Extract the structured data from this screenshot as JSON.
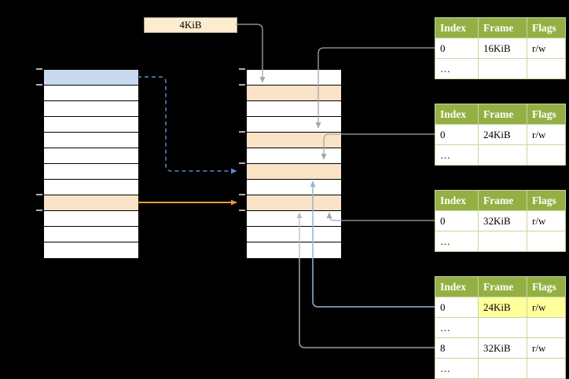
{
  "legend": {
    "label": "4KiB"
  },
  "columns": {
    "left": {
      "rows": 12,
      "highlights": {
        "0": "blue",
        "8": "peach"
      },
      "ticks": [
        0,
        1,
        8,
        9
      ]
    },
    "middle": {
      "rows": 12,
      "highlights": {
        "1": "peach",
        "4": "peach",
        "6": "peach",
        "8": "peach"
      },
      "ticks": [
        0,
        1,
        4,
        6,
        8,
        9
      ]
    }
  },
  "page_tables": [
    {
      "headers": [
        "Index",
        "Frame",
        "Flags"
      ],
      "rows": [
        {
          "cells": [
            "0",
            "16KiB",
            "r/w"
          ],
          "highlight": []
        },
        {
          "cells": [
            "…",
            "",
            ""
          ],
          "highlight": []
        }
      ]
    },
    {
      "headers": [
        "Index",
        "Frame",
        "Flags"
      ],
      "rows": [
        {
          "cells": [
            "0",
            "24KiB",
            "r/w"
          ],
          "highlight": []
        },
        {
          "cells": [
            "…",
            "",
            ""
          ],
          "highlight": []
        }
      ]
    },
    {
      "headers": [
        "Index",
        "Frame",
        "Flags"
      ],
      "rows": [
        {
          "cells": [
            "0",
            "32KiB",
            "r/w"
          ],
          "highlight": []
        },
        {
          "cells": [
            "…",
            "",
            ""
          ],
          "highlight": []
        }
      ]
    },
    {
      "headers": [
        "Index",
        "Frame",
        "Flags"
      ],
      "rows": [
        {
          "cells": [
            "0",
            "24KiB",
            "r/w"
          ],
          "highlight": [
            1,
            2
          ]
        },
        {
          "cells": [
            "…",
            "",
            ""
          ],
          "highlight": []
        },
        {
          "cells": [
            "8",
            "32KiB",
            "r/w"
          ],
          "highlight": []
        },
        {
          "cells": [
            "…",
            "",
            ""
          ],
          "highlight": []
        }
      ]
    }
  ],
  "colors": {
    "header_green": "#94b044",
    "table_border": "#c6d79c",
    "highlight_yellow": "#ffff9c",
    "page_blue": "#c9daf0",
    "frame_peach": "#fbe3c8",
    "legend_fill": "#fdeccd",
    "arrow_gray": "#a6a6a6",
    "arrow_light_gray": "#bdbdbd",
    "arrow_orange": "#ea9d3a",
    "arrow_blue_dashed": "#5b8bc9",
    "arrow_light_blue": "#95b3d7"
  }
}
